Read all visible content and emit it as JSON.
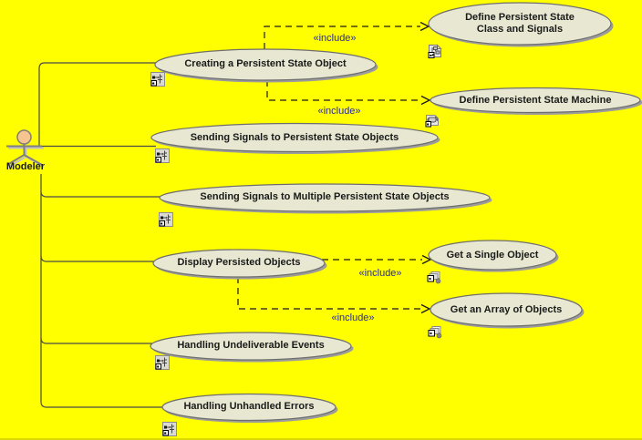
{
  "colors": {
    "background": "#FFFF00",
    "shape_fill": "#E8E8D2",
    "shape_border": "#6E6E6E",
    "shadow": "#9C9C9C",
    "line": "#4B4B4B",
    "include_text": "#2828A3"
  },
  "actor": {
    "name": "Modeler"
  },
  "connector_stereotype": "«include»",
  "use_cases": [
    {
      "name": "Creating a Persistent State Object"
    },
    {
      "name": "Define Persistent State Class and Signals"
    },
    {
      "name": "Define Persistent State Machine"
    },
    {
      "name": "Sending Signals to Persistent State Objects"
    },
    {
      "name": "Sending Signals to Multiple Persistent State Objects"
    },
    {
      "name": "Display Persisted Objects"
    },
    {
      "name": "Get a Single Object"
    },
    {
      "name": "Get an Array of Objects"
    },
    {
      "name": "Handling Undeliverable Events"
    },
    {
      "name": "Handling Unhandled Errors"
    }
  ],
  "associations": [
    {
      "from": "Modeler",
      "to": "Creating a Persistent State Object"
    },
    {
      "from": "Modeler",
      "to": "Sending Signals to Persistent State Objects"
    },
    {
      "from": "Modeler",
      "to": "Sending Signals to Multiple Persistent State Objects"
    },
    {
      "from": "Modeler",
      "to": "Display Persisted Objects"
    },
    {
      "from": "Modeler",
      "to": "Handling Undeliverable Events"
    },
    {
      "from": "Modeler",
      "to": "Handling Unhandled Errors"
    }
  ],
  "includes": [
    {
      "from": "Creating a Persistent State Object",
      "to": "Define Persistent State Class and Signals"
    },
    {
      "from": "Creating a Persistent State Object",
      "to": "Define Persistent State Machine"
    },
    {
      "from": "Display Persisted Objects",
      "to": "Get a Single Object"
    },
    {
      "from": "Display Persisted Objects",
      "to": "Get an Array of Objects"
    }
  ],
  "icons": {
    "left_usecase_badge": "activity-diagram-icon",
    "class_signals_badge": "class-diagram-icon",
    "state_machine_badge": "statemachine-diagram-icon",
    "get_object_badge": "content-diagram-icon"
  }
}
